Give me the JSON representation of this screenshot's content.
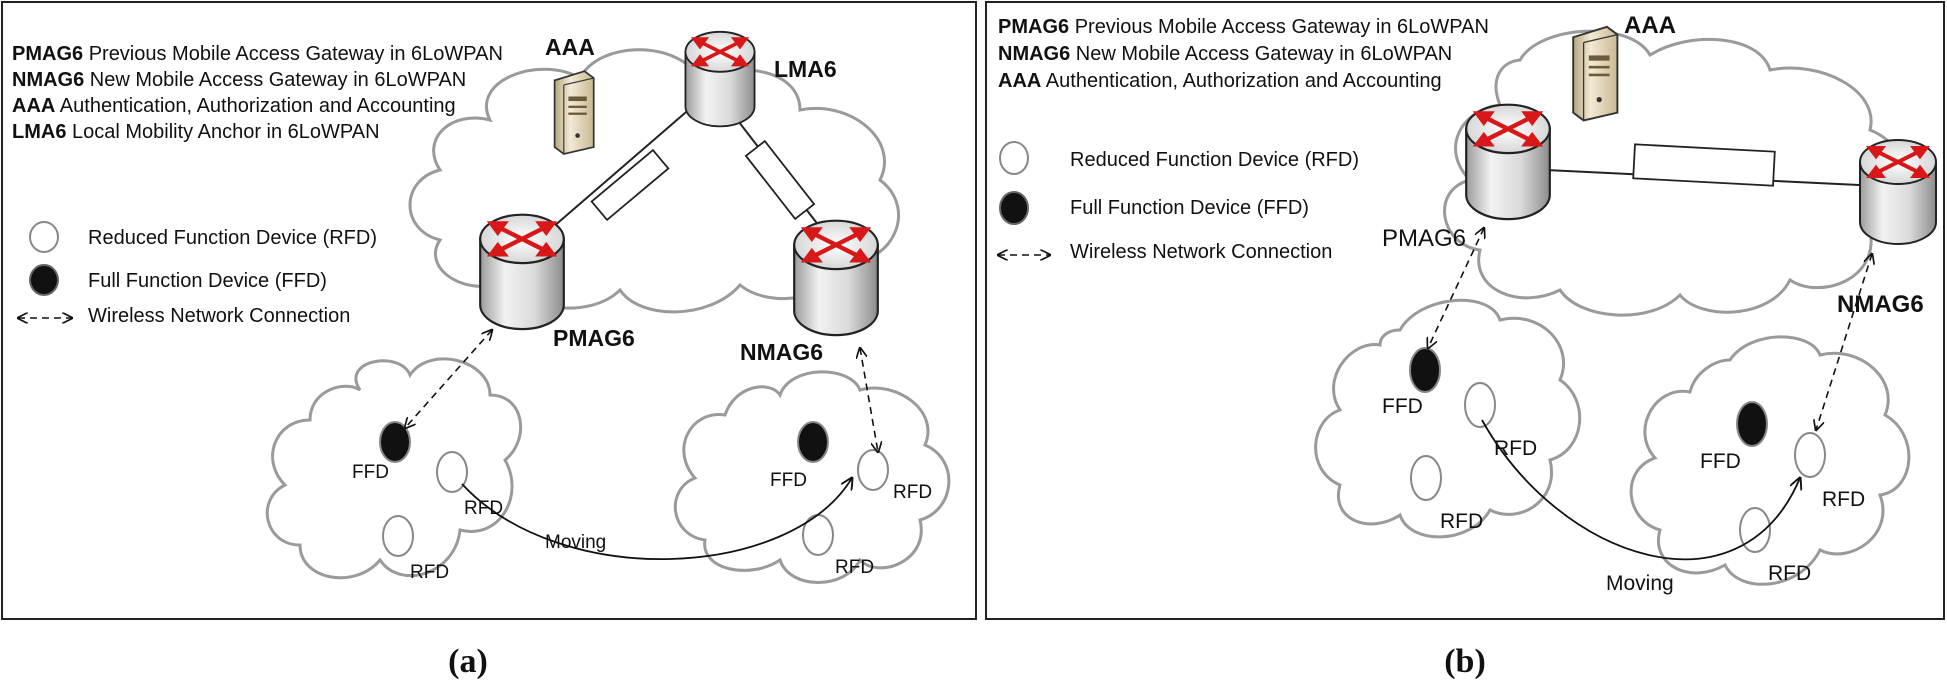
{
  "panel_a": {
    "legend_defs": [
      {
        "abbr": "PMAG6",
        "desc": "Previous Mobile Access Gateway in 6LoWPAN"
      },
      {
        "abbr": "NMAG6",
        "desc": "New Mobile Access Gateway in 6LoWPAN"
      },
      {
        "abbr": "AAA",
        "desc": "Authentication, Authorization and Accounting"
      },
      {
        "abbr": "LMA6",
        "desc": "Local Mobility Anchor in 6LoWPAN"
      }
    ],
    "legend_symbols": {
      "rfd": "Reduced Function Device (RFD)",
      "ffd": "Full Function Device (FFD)",
      "wireless": "Wireless Network Connection"
    },
    "nodes": {
      "aaa": "AAA",
      "lma": "LMA6",
      "pmag": "PMAG6",
      "nmag": "NMAG6"
    },
    "devices": {
      "ffd1": "FFD",
      "rfd1": "RFD",
      "rfd2": "RFD",
      "ffd2": "FFD",
      "rfd3": "RFD",
      "rfd4": "RFD"
    },
    "moving": "Moving",
    "caption": "(a)"
  },
  "panel_b": {
    "legend_defs": [
      {
        "abbr": "PMAG6",
        "desc": "Previous Mobile Access Gateway in 6LoWPAN"
      },
      {
        "abbr": "NMAG6",
        "desc": "New Mobile Access Gateway in 6LoWPAN"
      },
      {
        "abbr": "AAA",
        "desc": "Authentication, Authorization and Accounting"
      }
    ],
    "legend_symbols": {
      "rfd": "Reduced Function Device (RFD)",
      "ffd": "Full Function Device (FFD)",
      "wireless": "Wireless Network Connection"
    },
    "nodes": {
      "aaa": "AAA",
      "pmag": "PMAG6",
      "nmag": "NMAG6"
    },
    "devices": {
      "ffd1": "FFD",
      "rfd1": "RFD",
      "rfd2": "RFD",
      "ffd2": "FFD",
      "rfd3": "RFD",
      "rfd4": "RFD"
    },
    "moving": "Moving",
    "caption": "(b)"
  },
  "colors": {
    "cloud_stroke": "#9a9a9a",
    "arrow_red": "#d81818",
    "router_body": "#dcdcdc",
    "server_body": "#e8dcc0",
    "ffd_fill": "#111111"
  }
}
